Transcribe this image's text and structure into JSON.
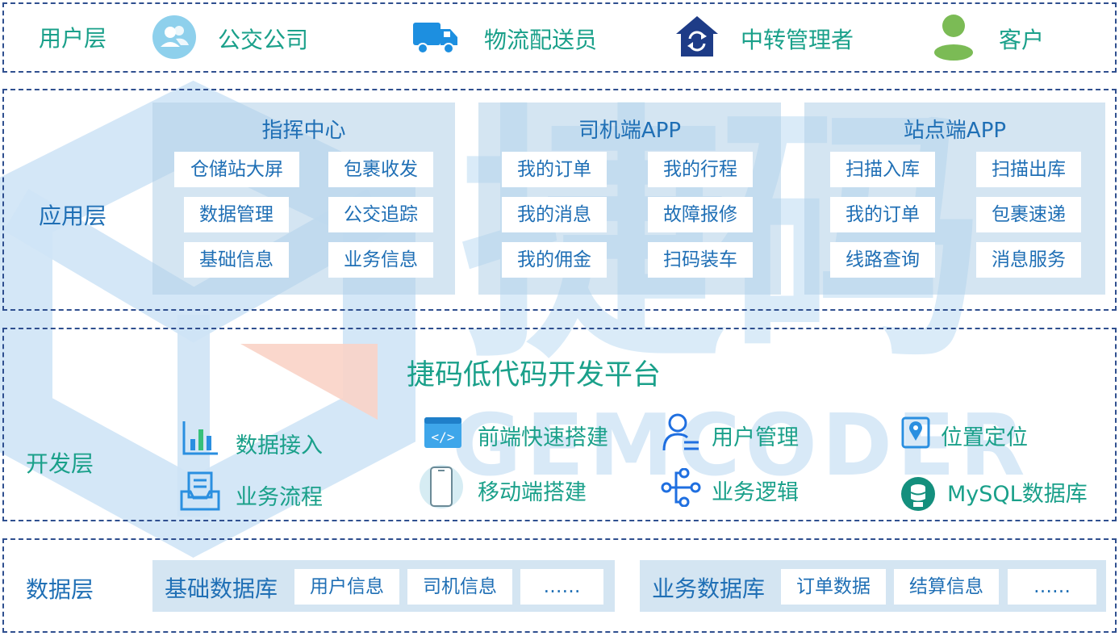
{
  "user_layer": {
    "label": "用户层",
    "items": [
      {
        "icon": "users-icon",
        "label": "公交公司"
      },
      {
        "icon": "truck-icon",
        "label": "物流配送员"
      },
      {
        "icon": "house-transfer-icon",
        "label": "中转管理者"
      },
      {
        "icon": "person-icon",
        "label": "客户"
      }
    ]
  },
  "app_layer": {
    "label": "应用层",
    "panels": [
      {
        "title": "指挥中心",
        "items": [
          "仓储站大屏",
          "包裹收发",
          "数据管理",
          "公交追踪",
          "基础信息",
          "业务信息"
        ]
      },
      {
        "title": "司机端APP",
        "items": [
          "我的订单",
          "我的行程",
          "我的消息",
          "故障报修",
          "我的佣金",
          "扫码装车"
        ]
      },
      {
        "title": "站点端APP",
        "items": [
          "扫描入库",
          "扫描出库",
          "我的订单",
          "包裹速递",
          "线路查询",
          "消息服务"
        ]
      }
    ]
  },
  "dev_layer": {
    "label": "开发层",
    "platform_title": "捷码低代码开发平台",
    "left_features": [
      {
        "icon": "bar-chart-icon",
        "label": "数据接入"
      },
      {
        "icon": "inbox-form-icon",
        "label": "业务流程"
      }
    ],
    "features": [
      {
        "icon": "code-window-icon",
        "label": "前端快速搭建"
      },
      {
        "icon": "user-manage-icon",
        "label": "用户管理"
      },
      {
        "icon": "location-pin-icon",
        "label": "位置定位"
      },
      {
        "icon": "mobile-phone-icon",
        "label": "移动端搭建"
      },
      {
        "icon": "flow-tree-icon",
        "label": "业务逻辑"
      },
      {
        "icon": "database-icon",
        "label": "MySQL数据库"
      }
    ]
  },
  "data_layer": {
    "label": "数据层",
    "groups": [
      {
        "title": "基础数据库",
        "items": [
          "用户信息",
          "司机信息",
          "……"
        ]
      },
      {
        "title": "业务数据库",
        "items": [
          "订单数据",
          "结算信息",
          "……"
        ]
      }
    ]
  },
  "watermark": {
    "cn": "捷码",
    "en": "GEMCODER"
  },
  "colors": {
    "teal": "#1aa08a",
    "blue": "#1f6fb5",
    "panel": "#b0d0e8",
    "border": "#2f4f8f"
  }
}
